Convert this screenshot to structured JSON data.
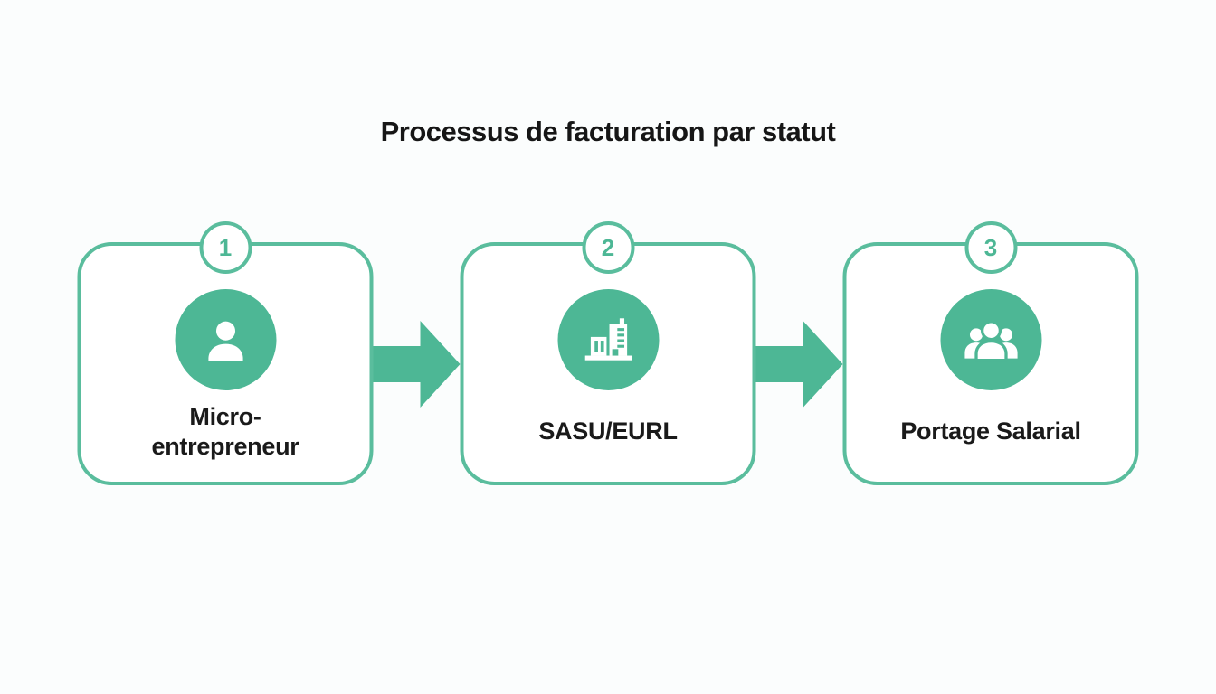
{
  "title": "Processus de facturation par statut",
  "colors": {
    "accent_green": "#4db795",
    "border_green": "#5abd9d",
    "text_dark": "#1a1a1a",
    "background": "#fbfdfd",
    "icon_foreground": "#ffffff"
  },
  "steps": [
    {
      "number": "1",
      "label": "Micro-\nentrepreneur",
      "icon": "person-icon"
    },
    {
      "number": "2",
      "label": "SASU/EURL",
      "icon": "building-icon"
    },
    {
      "number": "3",
      "label": "Portage Salarial",
      "icon": "people-group-icon"
    }
  ],
  "connectors": [
    {
      "type": "arrow-right"
    },
    {
      "type": "arrow-right"
    }
  ]
}
